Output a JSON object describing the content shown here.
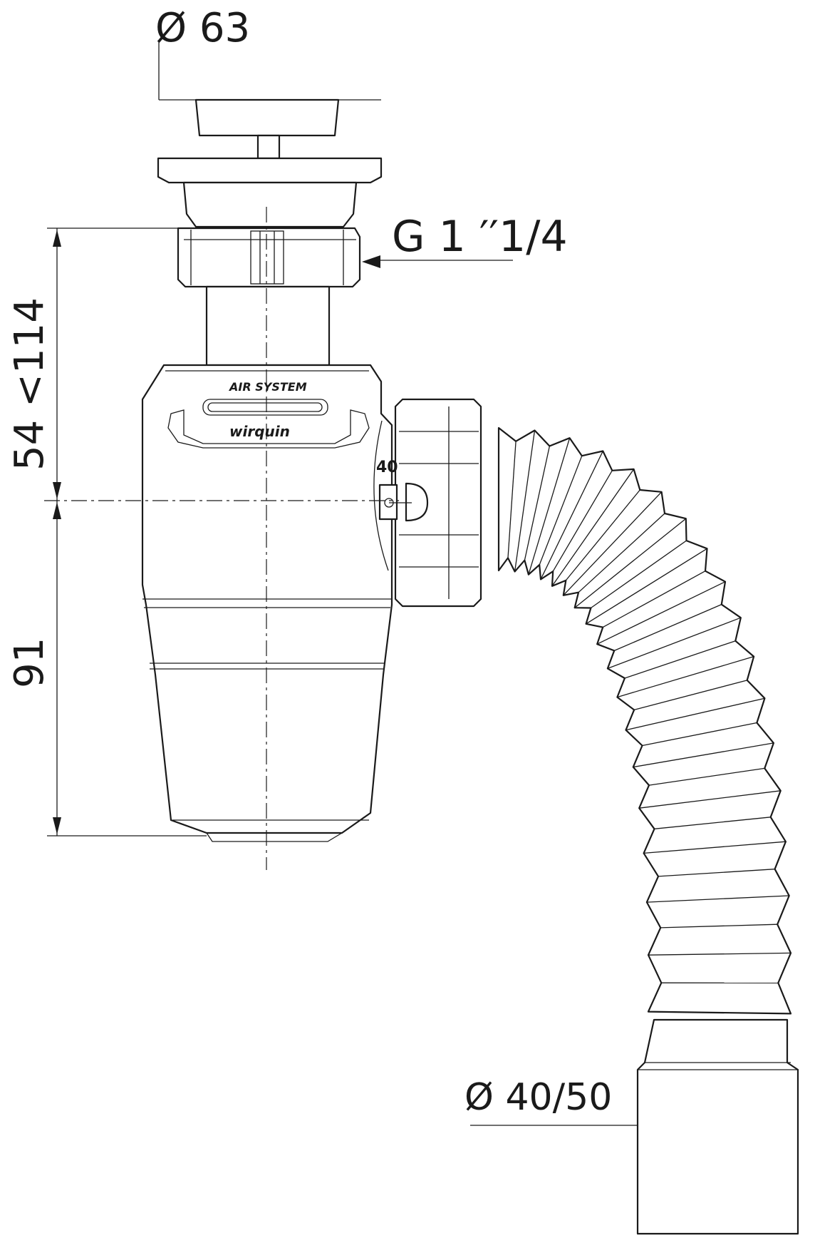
{
  "dimensions": {
    "top_diameter": "Ø 63",
    "thread": "G 1 ′′1/4",
    "upper_height": "54 <114",
    "lower_height": "91",
    "outlet_diameter": "Ø 40/50"
  },
  "product_marks": {
    "air_system": "AIR SYSTEM",
    "brand": "wirquin",
    "size_mark": "40"
  },
  "colors": {
    "line": "#1a1a1a",
    "background": "#ffffff"
  }
}
